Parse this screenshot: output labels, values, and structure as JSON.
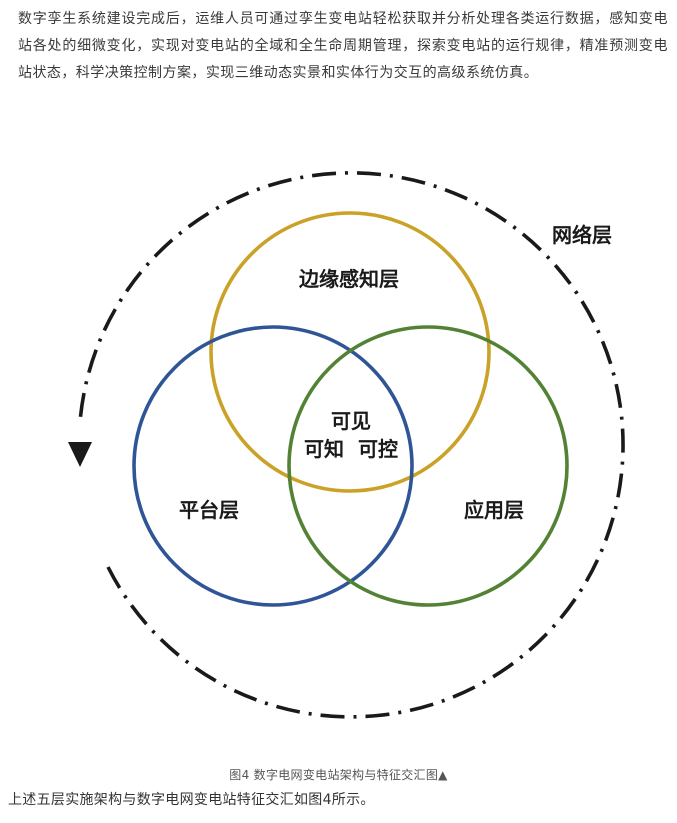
{
  "article": {
    "intro_paragraph": "数字孪生系统建设完成后，运维人员可通过孪生变电站轻松获取并分析处理各类运行数据，感知变电站各处的细微变化，实现对变电站的全域和全生命周期管理，探索变电站的运行规律，精准预测变电站状态，科学决策控制方案，实现三维动态实景和实体行为交互的高级系统仿真。",
    "caption": "图4 数字电网变电站架构与特征交汇图▲",
    "closing_paragraph": "上述五层实施架构与数字电网变电站特征交汇如图4所示。"
  },
  "diagram": {
    "outer_ring_label": "网络层",
    "circles": {
      "top": {
        "label": "边缘感知层",
        "color": "#C9A227"
      },
      "left": {
        "label": "平台层",
        "color": "#2F5597"
      },
      "right": {
        "label": "应用层",
        "color": "#548235"
      }
    },
    "center": {
      "line1": "可见",
      "line2": "可知  可控"
    },
    "ring_color": "#1a1a1a"
  }
}
